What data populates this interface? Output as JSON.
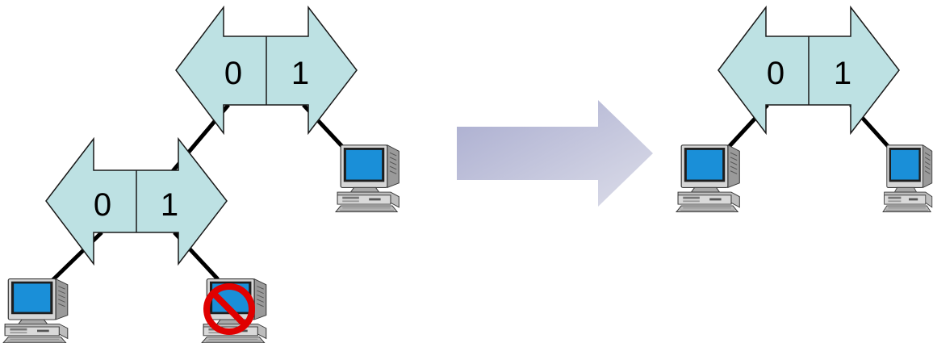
{
  "colors": {
    "node_fill": "#bde1e3",
    "node_stroke": "#1a1a1a",
    "edge": "#000000",
    "arrow_start": "#a9accf",
    "arrow_end": "#dcdde9",
    "screen": "#1a8fd8",
    "computer_body": "#d4d4d4",
    "disabled_mark": "#e00000"
  },
  "before_tree": {
    "root": {
      "left_label": "0",
      "right_label": "1",
      "icon": "binary-switch-node"
    },
    "child": {
      "left_label": "0",
      "right_label": "1",
      "icon": "binary-switch-node"
    },
    "computers": [
      {
        "name": "computer",
        "icon": "desktop-computer-icon",
        "status": "active"
      },
      {
        "name": "computer",
        "icon": "desktop-computer-icon",
        "status": "active"
      },
      {
        "name": "computer",
        "icon": "desktop-computer-icon",
        "status": "disabled",
        "status_icon": "prohibited-icon"
      }
    ]
  },
  "transition_icon": "right-arrow-icon",
  "after_tree": {
    "root": {
      "left_label": "0",
      "right_label": "1",
      "icon": "binary-switch-node"
    },
    "computers": [
      {
        "name": "computer",
        "icon": "desktop-computer-icon",
        "status": "active"
      },
      {
        "name": "computer",
        "icon": "desktop-computer-icon",
        "status": "active"
      }
    ]
  }
}
